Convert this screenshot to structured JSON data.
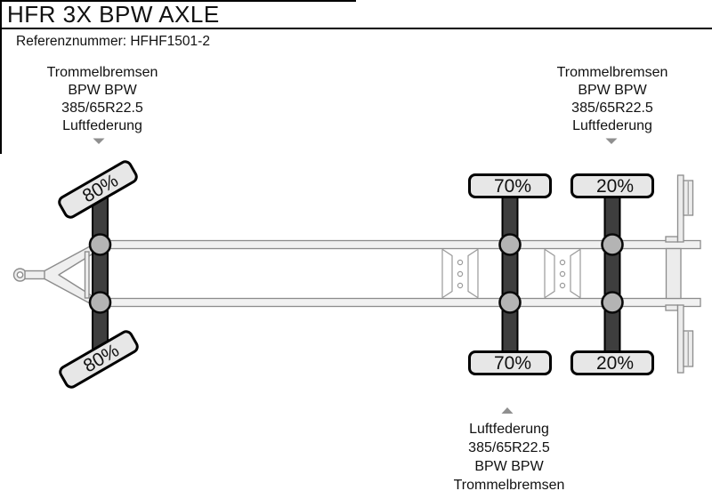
{
  "header": {
    "title": "HFR 3X BPW AXLE",
    "reference": "Referenznummer: HFHF1501-2"
  },
  "annotations": {
    "front_axle": {
      "lines": [
        "Trommelbremsen",
        "BPW BPW",
        "385/65R22.5",
        "Luftfederung"
      ]
    },
    "rear_axle_top": {
      "lines": [
        "Trommelbremsen",
        "BPW BPW",
        "385/65R22.5",
        "Luftfederung"
      ]
    },
    "rear_axle_bottom": {
      "lines": [
        "Luftfederung",
        "385/65R22.5",
        "BPW BPW",
        "Trommelbremsen"
      ]
    }
  },
  "diagram": {
    "axles": [
      {
        "id": "front-steering-axle",
        "top_tire_load": "80%",
        "bottom_tire_load": "80%"
      },
      {
        "id": "middle-axle",
        "top_tire_load": "70%",
        "bottom_tire_load": "70%"
      },
      {
        "id": "rear-axle",
        "top_tire_load": "20%",
        "bottom_tire_load": "20%"
      }
    ]
  },
  "icons": {
    "front_pointer": "arrow-down-icon",
    "rear_top_pointer": "arrow-down-icon",
    "rear_bottom_pointer": "arrow-up-icon"
  },
  "colors": {
    "outline": "#000000",
    "tire_fill": "#e7e7e7",
    "axle_bar_fill": "#3e3e3e",
    "hub_fill": "#b4b4b4",
    "rail_fill": "#f1f1f1",
    "frame_stroke": "#8c8c8c",
    "member_stroke": "#9a9a9a",
    "arrow_fill": "#8f8f8f",
    "text": "#111111"
  }
}
